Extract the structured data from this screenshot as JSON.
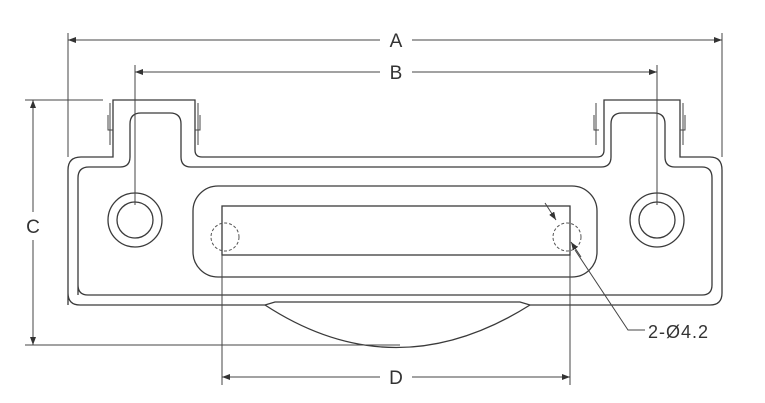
{
  "dimensions": {
    "a": "A",
    "b": "B",
    "c": "C",
    "d": "D",
    "hole_callout": "2-Ø4.2"
  }
}
